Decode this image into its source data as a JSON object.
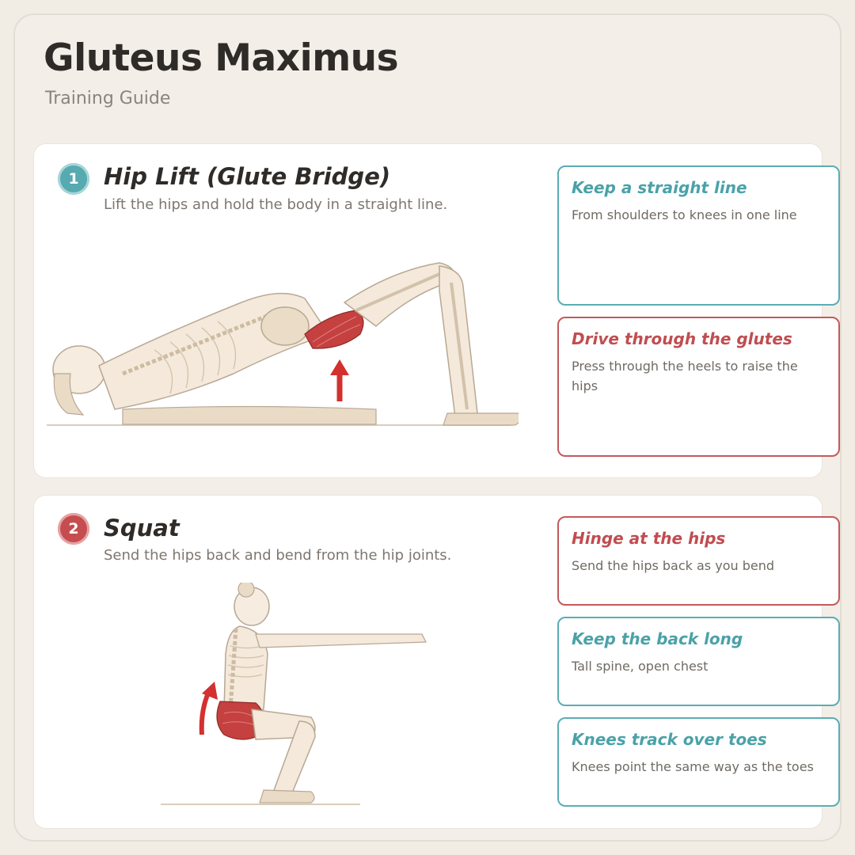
{
  "header": {
    "title": "Gluteus Maximus",
    "subtitle": "Training Guide"
  },
  "colors": {
    "teal": "#56aab0",
    "red": "#c64d4f",
    "muscle": "#c4413f",
    "bone": "#ede2d0"
  },
  "exercises": [
    {
      "number": "1",
      "title": "Hip Lift (Glute Bridge)",
      "description": "Lift the hips and hold the body in a straight line.",
      "accent": "teal",
      "tips": [
        {
          "title": "Keep a straight line",
          "text": "From shoulders to knees in one line",
          "accent": "teal"
        },
        {
          "title": "Drive through the glutes",
          "text": "Press through the heels to raise the hips",
          "accent": "red"
        }
      ]
    },
    {
      "number": "2",
      "title": "Squat",
      "description": "Send the hips back and bend from the hip joints.",
      "accent": "red",
      "tips": [
        {
          "title": "Hinge at the hips",
          "text": "Send the hips back as you bend",
          "accent": "red"
        },
        {
          "title": "Keep the back long",
          "text": "Tall spine, open chest",
          "accent": "teal"
        },
        {
          "title": "Knees track over toes",
          "text": "Knees point the same way as the toes",
          "accent": "teal"
        }
      ]
    }
  ]
}
